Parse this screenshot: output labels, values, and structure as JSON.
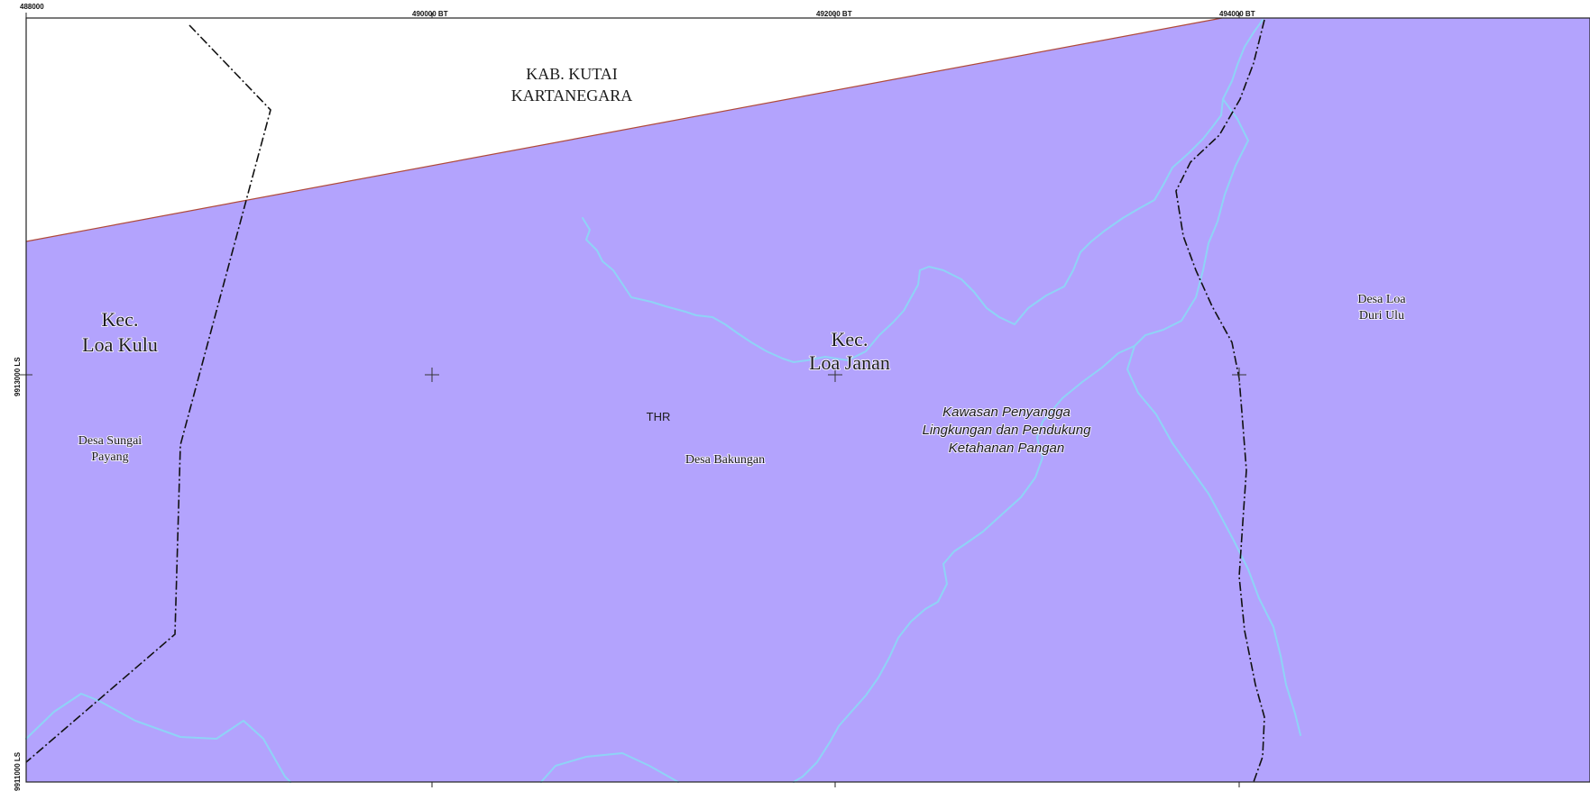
{
  "colors": {
    "land_fill": "#b3a3fd",
    "outside_fill": "#ffffff",
    "river": "#8fd3f6",
    "boundary": "#111111",
    "regency_boundary": "#b04a3a"
  },
  "top_ticks": [
    "488000",
    "490000 BT",
    "492000 BT",
    "494000 BT"
  ],
  "left_ticks": [
    "9913000 LS",
    "9911000 LS"
  ],
  "labels": {
    "kab_line1": "KAB. KUTAI",
    "kab_line2": "KARTANEGARA",
    "kec_loa_kulu_line1": "Kec.",
    "kec_loa_kulu_line2": "Loa Kulu",
    "kec_loa_janan_line1": "Kec.",
    "kec_loa_janan_line2": "Loa Janan",
    "desa_sungai_payang_line1": "Desa Sungai",
    "desa_sungai_payang_line2": "Payang",
    "thr": "THR",
    "desa_bakungan": "Desa Bakungan",
    "kawasan_line1": "Kawasan Penyangga",
    "kawasan_line2": "Lingkungan dan Pendukung",
    "kawasan_line3": "Ketahanan Pangan",
    "desa_loa_duri_ulu_line1": "Desa Loa",
    "desa_loa_duri_ulu_line2": "Duri Ulu"
  }
}
